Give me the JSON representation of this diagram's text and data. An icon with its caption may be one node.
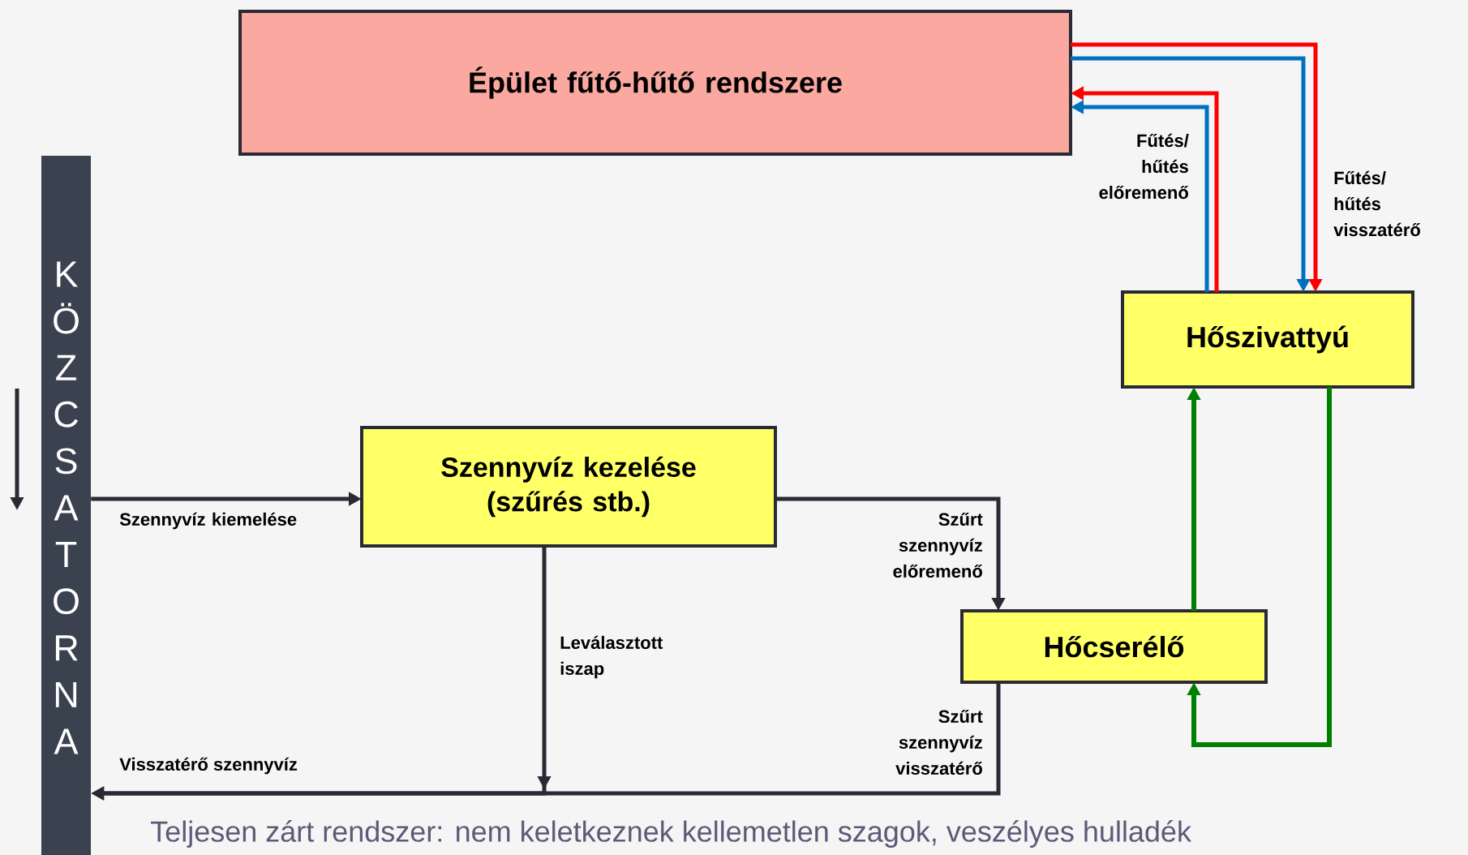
{
  "diagram": {
    "caption": "Teljesen zárt rendszer: nem keletkeznek kellemetlen szagok, veszélyes hulladék",
    "nodes": [
      {
        "text": [
          "Épület fűtő-hűtő rendszere"
        ]
      },
      {
        "text": [
          "KÖZCSATORNA"
        ]
      },
      {
        "text": [
          "Szennyvíz kezelése (szűrés stb.)"
        ]
      },
      {
        "text": [
          "Hőszivattyú"
        ]
      },
      {
        "text": [
          "Hőcserélő"
        ]
      }
    ],
    "edges": [
      {
        "from": 3,
        "to": 0,
        "arrow": "to",
        "color": "#0070c0",
        "label": "Fűtés/ hűtés előremenő"
      },
      {
        "from": 3,
        "to": 0,
        "arrow": "to",
        "color": "#ff0000"
      },
      {
        "from": 0,
        "to": 3,
        "arrow": "to",
        "color": "#0070c0",
        "label": "Fűtés/ hűtés visszatérő"
      },
      {
        "from": 0,
        "to": 3,
        "arrow": "to",
        "color": "#ff0000"
      },
      {
        "from": 1,
        "to": 2,
        "arrow": "to",
        "label": "Szennyvíz kiemelése"
      },
      {
        "from": 2,
        "to": 4,
        "arrow": "to",
        "label": "Szűrt szennyvíz előremenő"
      },
      {
        "from": 2,
        "to": 1,
        "arrow": "to",
        "label": "Leválasztott iszap"
      },
      {
        "from": 4,
        "to": 1,
        "arrow": "to",
        "label": "Szűrt szennyvíz visszatérő"
      },
      {
        "from": 4,
        "to": 3,
        "arrow": "to",
        "color": "#008000"
      },
      {
        "from": 3,
        "to": 4,
        "arrow": "to",
        "color": "#008000"
      }
    ],
    "labels": [
      "Visszatérő szennyvíz"
    ]
  }
}
